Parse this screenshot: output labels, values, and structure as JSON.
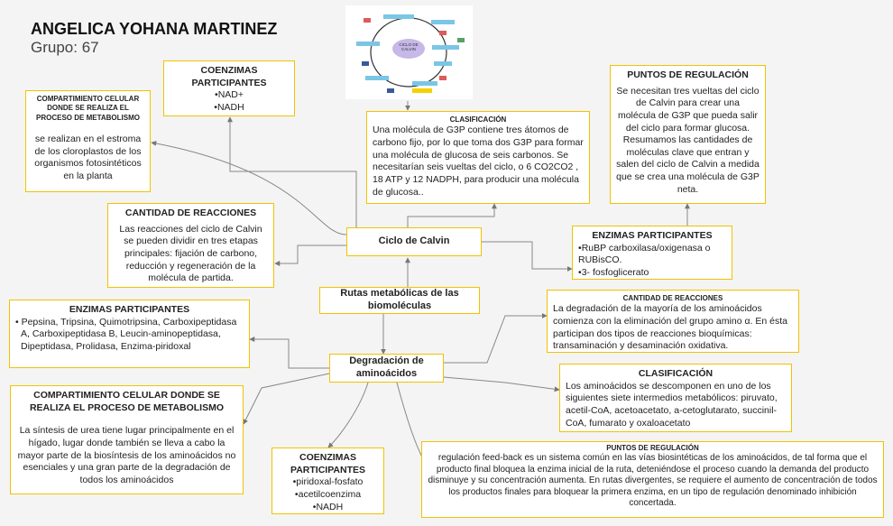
{
  "header": {
    "title": "ANGELICA YOHANA MARTINEZ",
    "subtitle": "Grupo: 67"
  },
  "nodes": {
    "calvin": "Ciclo de Calvin",
    "rutas": "Rutas metabólicas de las biomoléculas",
    "degradacion": "Degradación de aminoácidos"
  },
  "thumbnail": {
    "center_label": "CICLO DE CALVIN"
  },
  "calvin_boxes": {
    "coenzimas": {
      "title": "COENZIMAS PARTICIPANTES",
      "items": [
        "NAD+",
        "NADH"
      ]
    },
    "compartimiento": {
      "title": "COMPARTIMIENTO CELULAR DONDE SE REALIZA EL PROCESO DE METABOLISMO",
      "text": "se realizan en el estroma de los cloroplastos de los organismos fotosintéticos en la planta"
    },
    "clasificacion": {
      "title": "CLASIFICACIÓN",
      "text": "Una molécula de G3P contiene tres átomos de carbono fijo, por lo que toma dos G3P para formar una molécula de glucosa de seis carbonos. Se necesitarían seis vueltas del ciclo, o 6 CO2CO2 , 18 ATP y 12 NADPH, para producir una molécula de glucosa.."
    },
    "puntos": {
      "title": "PUNTOS DE REGULACIÓN",
      "text": "Se necesitan tres vueltas del ciclo de Calvin para crear una molécula de G3P que pueda salir del ciclo para formar glucosa. Resumamos las cantidades de moléculas clave que entran y salen del ciclo de Calvin a medida que se crea una molécula de G3P neta."
    },
    "cantidad": {
      "title": "CANTIDAD DE REACCIONES",
      "text": "Las reacciones del ciclo de Calvin se pueden dividir en tres etapas principales: fijación de carbono, reducción y regeneración de la molécula de partida."
    },
    "enzimas": {
      "title": "ENZIMAS PARTICIPANTES",
      "items": [
        "RuBP carboxilasa/oxigenasa o RUBisCO.",
        "3- fosfoglicerato"
      ]
    }
  },
  "amino_boxes": {
    "enzimas": {
      "title": "ENZIMAS PARTICIPANTES",
      "text": "Pepsina, Tripsina, Quimotripsina, Carboxipeptidasa A, Carboxipeptidasa B, Leucin-aminopeptidasa, Dipeptidasa, Prolidasa, Enzima-piridoxal"
    },
    "compartimiento": {
      "title": "COMPARTIMIENTO CELULAR DONDE SE REALIZA EL PROCESO DE METABOLISMO",
      "text": "La síntesis de urea tiene lugar principalmente en el hígado, lugar donde también se lleva a cabo la mayor parte de la biosíntesis de los aminoácidos no esenciales y una gran parte de la degradación de todos los aminoácidos"
    },
    "coenzimas": {
      "title": "COENZIMAS PARTICIPANTES",
      "items": [
        "piridoxal-fosfato",
        "acetilcoenzima",
        "NADH"
      ]
    },
    "cantidad": {
      "title": "CANTIDAD DE REACCIONES",
      "text": "La degradación de la mayoría de los aminoácidos comienza con la eliminación del grupo amino α. En ésta participan dos tipos de reacciones bioquímicas: transaminación y desaminación oxidativa."
    },
    "clasificacion": {
      "title": "CLASIFICACIÓN",
      "text": "Los aminoácidos se descomponen en uno de los siguientes siete intermedios metabólicos: piruvato, acetil-CoA, acetoacetato, a-cetoglutarato, succinil-CoA, fumarato y oxaloacetato"
    },
    "puntos": {
      "title": "PUNTOS DE REGULACIÓN",
      "text": "regulación feed-back es un sistema común en las vías biosintéticas de los aminoácidos, de tal forma que el producto final bloquea la enzima inicial de la ruta, deteniéndose el proceso cuando la demanda del producto disminuye y su concentración aumenta. En rutas divergentes, se requiere el aumento de concentración de todos los productos finales para bloquear la primera enzima, en un tipo de regulación denominado inhibición concertada."
    }
  },
  "colors": {
    "border": "#f2c200",
    "line": "#777777"
  }
}
